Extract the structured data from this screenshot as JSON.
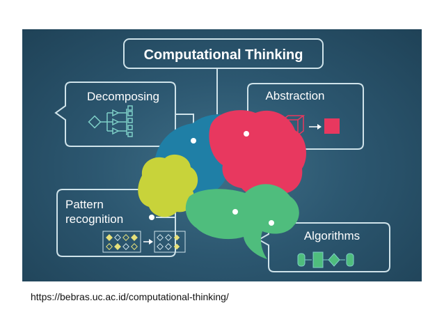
{
  "diagram": {
    "title": "Computational Thinking",
    "nodes": [
      {
        "id": "decomposing",
        "label": "Decomposing"
      },
      {
        "id": "abstraction",
        "label": "Abstraction"
      },
      {
        "id": "pattern",
        "label_line1": "Pattern",
        "label_line2": "recognition"
      },
      {
        "id": "algorithms",
        "label": "Algorithms"
      }
    ],
    "colors": {
      "background": "#2c5770",
      "outline": "#cfe3ea",
      "blue_lobe": "#1f7fa6",
      "pink_lobe": "#e8385f",
      "yellow_lobe": "#c8d33a",
      "green_lobe": "#4fbd7d",
      "icon_teal": "#7fd0c8",
      "icon_yellow": "#e6e07a"
    }
  },
  "source_url": "https://bebras.uc.ac.id/computational-thinking/"
}
